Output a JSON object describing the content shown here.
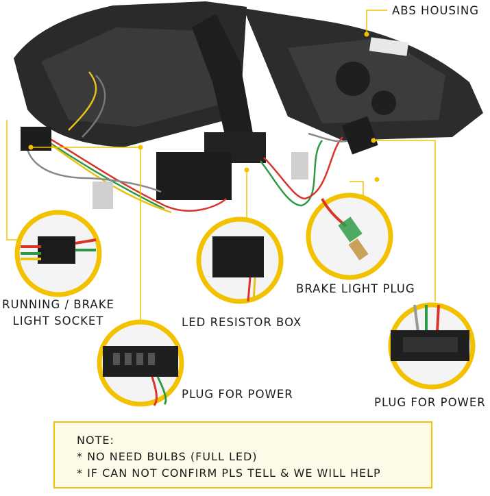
{
  "labels": {
    "abs_housing": "ABS HOUSING",
    "running_brake_line1": "RUNNING / BRAKE",
    "running_brake_line2": "LIGHT SOCKET",
    "led_resistor_box": "LED RESISTOR BOX",
    "brake_light_plug": "BRAKE LIGHT PLUG",
    "plug_for_power_left": "PLUG FOR POWER",
    "plug_for_power_right": "PLUG FOR POWER"
  },
  "note": {
    "title": "NOTE:",
    "line1": "* NO NEED BULBS (FULL LED)",
    "line2": "* IF CAN NOT CONFIRM PLS TELL & WE WILL HELP"
  },
  "colors": {
    "accent_yellow": "#f2c200",
    "housing_dark": "#2b2b2b",
    "wire_red": "#d8342a",
    "wire_green": "#2f9a46",
    "wire_yellow": "#e8c21a"
  }
}
